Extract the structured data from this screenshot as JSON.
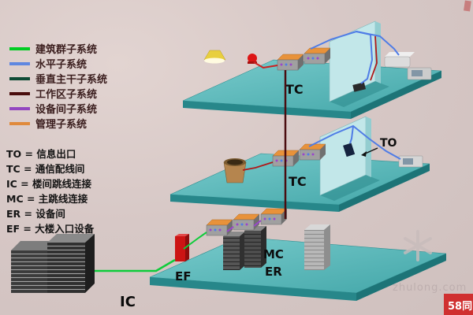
{
  "colors": {
    "background": "#d7c8c6",
    "floor_teal": "#4fb0b2",
    "floor_edge": "#27878a",
    "wall_cyan": "#c2e7e9",
    "cable_blue": "#4f7ce6",
    "cable_green": "#0ecc3a",
    "cable_dark_red": "#4a0d10",
    "cable_red": "#c02020",
    "cable_purple": "#9a46cc",
    "panel_orange": "#e8923a",
    "alarm_red": "#dd1515",
    "ef_red": "#cc1414",
    "badge_red": "#d03030"
  },
  "legend": {
    "items": [
      {
        "label": "建筑群子系统",
        "color": "#00cc22"
      },
      {
        "label": "水平子系统",
        "color": "#5f87e0"
      },
      {
        "label": "垂直主干子系统",
        "color": "#0e4a35"
      },
      {
        "label": "工作区子系统",
        "color": "#4a0d0d"
      },
      {
        "label": "设备间子系统",
        "color": "#9346c0"
      },
      {
        "label": "管理子系统",
        "color": "#e08a3c"
      }
    ]
  },
  "abbreviations": {
    "items": [
      {
        "abbr": "TO",
        "meaning": "信息出口",
        "line": "TO = 信息出口"
      },
      {
        "abbr": "TC",
        "meaning": "通信配线间",
        "line": "TC = 通信配线间"
      },
      {
        "abbr": "IC",
        "meaning": "楼间跳线连接",
        "line": "IC = 楼间跳线连接"
      },
      {
        "abbr": "MC",
        "meaning": "主跳线连接",
        "line": "MC = 主跳线连接"
      },
      {
        "abbr": "ER",
        "meaning": "设备间",
        "line": "ER = 设备间"
      },
      {
        "abbr": "EF",
        "meaning": "大楼入口设备",
        "line": "EF = 大楼入口设备"
      }
    ]
  },
  "diagram": {
    "labels": {
      "tc_top": "TC",
      "tc_mid": "TC",
      "to": "TO",
      "mc": "MC",
      "er": "ER",
      "ef": "EF",
      "ic": "IC"
    }
  },
  "watermark": {
    "site": "zhulong.com",
    "badge": "58同"
  }
}
